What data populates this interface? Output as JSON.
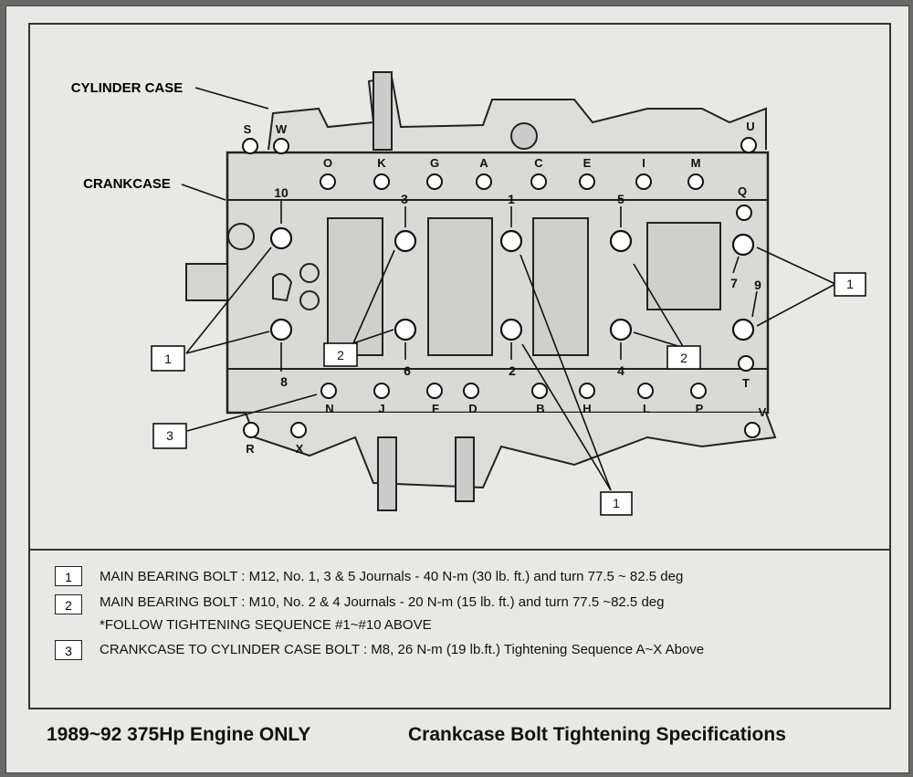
{
  "diagram": {
    "part_labels": {
      "cylinder_case": "CYLINDER CASE",
      "crankcase": "CRANKCASE"
    },
    "top_bolt_letters": [
      "S",
      "W",
      "O",
      "K",
      "G",
      "A",
      "C",
      "E",
      "I",
      "M",
      "U",
      "Q"
    ],
    "bottom_bolt_letters": [
      "N",
      "J",
      "F",
      "D",
      "B",
      "H",
      "L",
      "P",
      "T",
      "R",
      "X",
      "V"
    ],
    "sequence_numbers": [
      "10",
      "3",
      "1",
      "5",
      "7",
      "9",
      "8",
      "6",
      "2",
      "4"
    ],
    "callouts": [
      "1",
      "1",
      "1",
      "2",
      "2",
      "3"
    ]
  },
  "specs": [
    {
      "number": "1",
      "text": "MAIN BEARING BOLT : M12, No. 1, 3 & 5 Journals  -  40 N-m (30 lb. ft.) and turn 77.5 ~ 82.5 deg"
    },
    {
      "number": "2",
      "text": "MAIN BEARING BOLT : M10, No. 2 & 4 Journals - 20 N-m (15 lb. ft.) and turn 77.5 ~82.5 deg"
    },
    {
      "number": "",
      "text": "*FOLLOW TIGHTENING SEQUENCE #1~#10 ABOVE"
    },
    {
      "number": "3",
      "text": "CRANKCASE TO CYLINDER CASE BOLT : M8, 26 N-m (19 lb.ft.) Tightening Sequence A~X Above"
    }
  ],
  "footer": {
    "left": "1989~92 375Hp Engine ONLY",
    "right": "Crankcase Bolt Tightening Specifications"
  }
}
